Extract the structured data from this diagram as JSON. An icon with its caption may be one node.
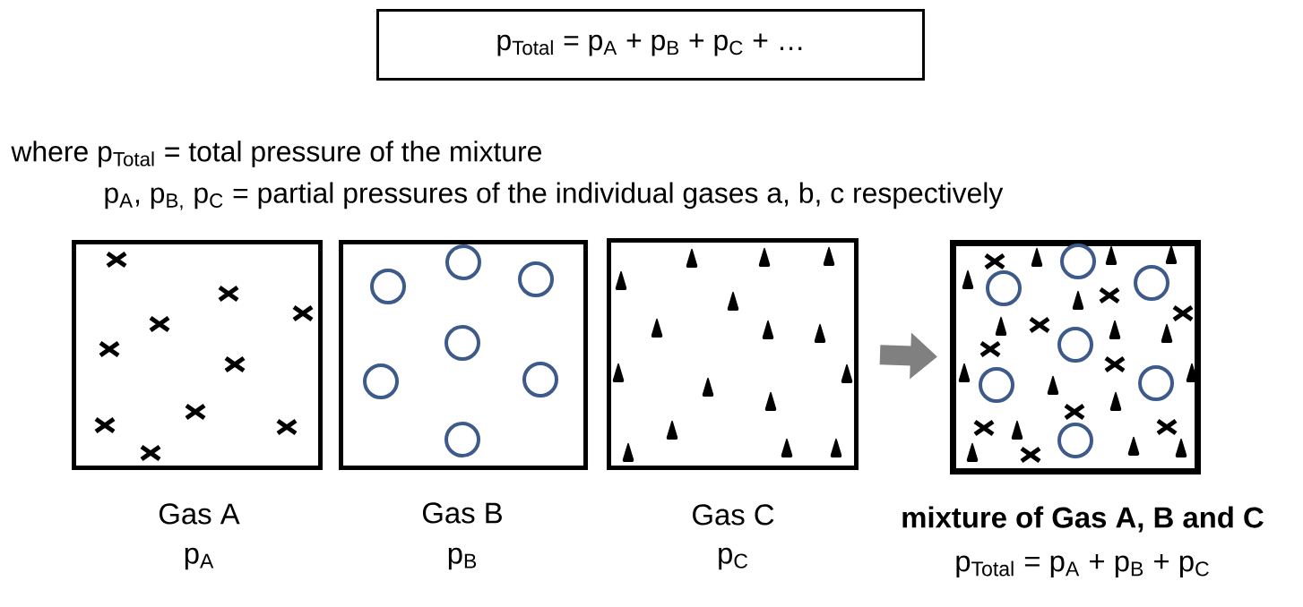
{
  "diagram": {
    "nodes": [
      {
        "text": [
          "p$_{Total}$ = p$_{A}$ + p$_{B}$ + p$_{C}$ + …"
        ]
      },
      {
        "text": [
          "Gas A",
          "p$_{A}$"
        ]
      },
      {
        "text": [
          "Gas B",
          "p$_{B}$"
        ]
      },
      {
        "text": [
          "Gas C",
          "p$_{C}$"
        ]
      },
      {
        "text": [
          "mixture of Gas A, B and C",
          "p$_{Total}$ = p$_{A}$ + p$_{B}$ + p$_{C}$"
        ]
      }
    ],
    "edges": [
      {
        "from": 3,
        "to": 4,
        "arrow": "to",
        "color": "#808080"
      }
    ],
    "labels": [
      "where p$_{Total}$ = total pressure of the mixture",
      "p$_{A}$, p$_{B,}$ p$_{C}$ = partial pressures of the individual gases a, b, c respectively"
    ]
  }
}
